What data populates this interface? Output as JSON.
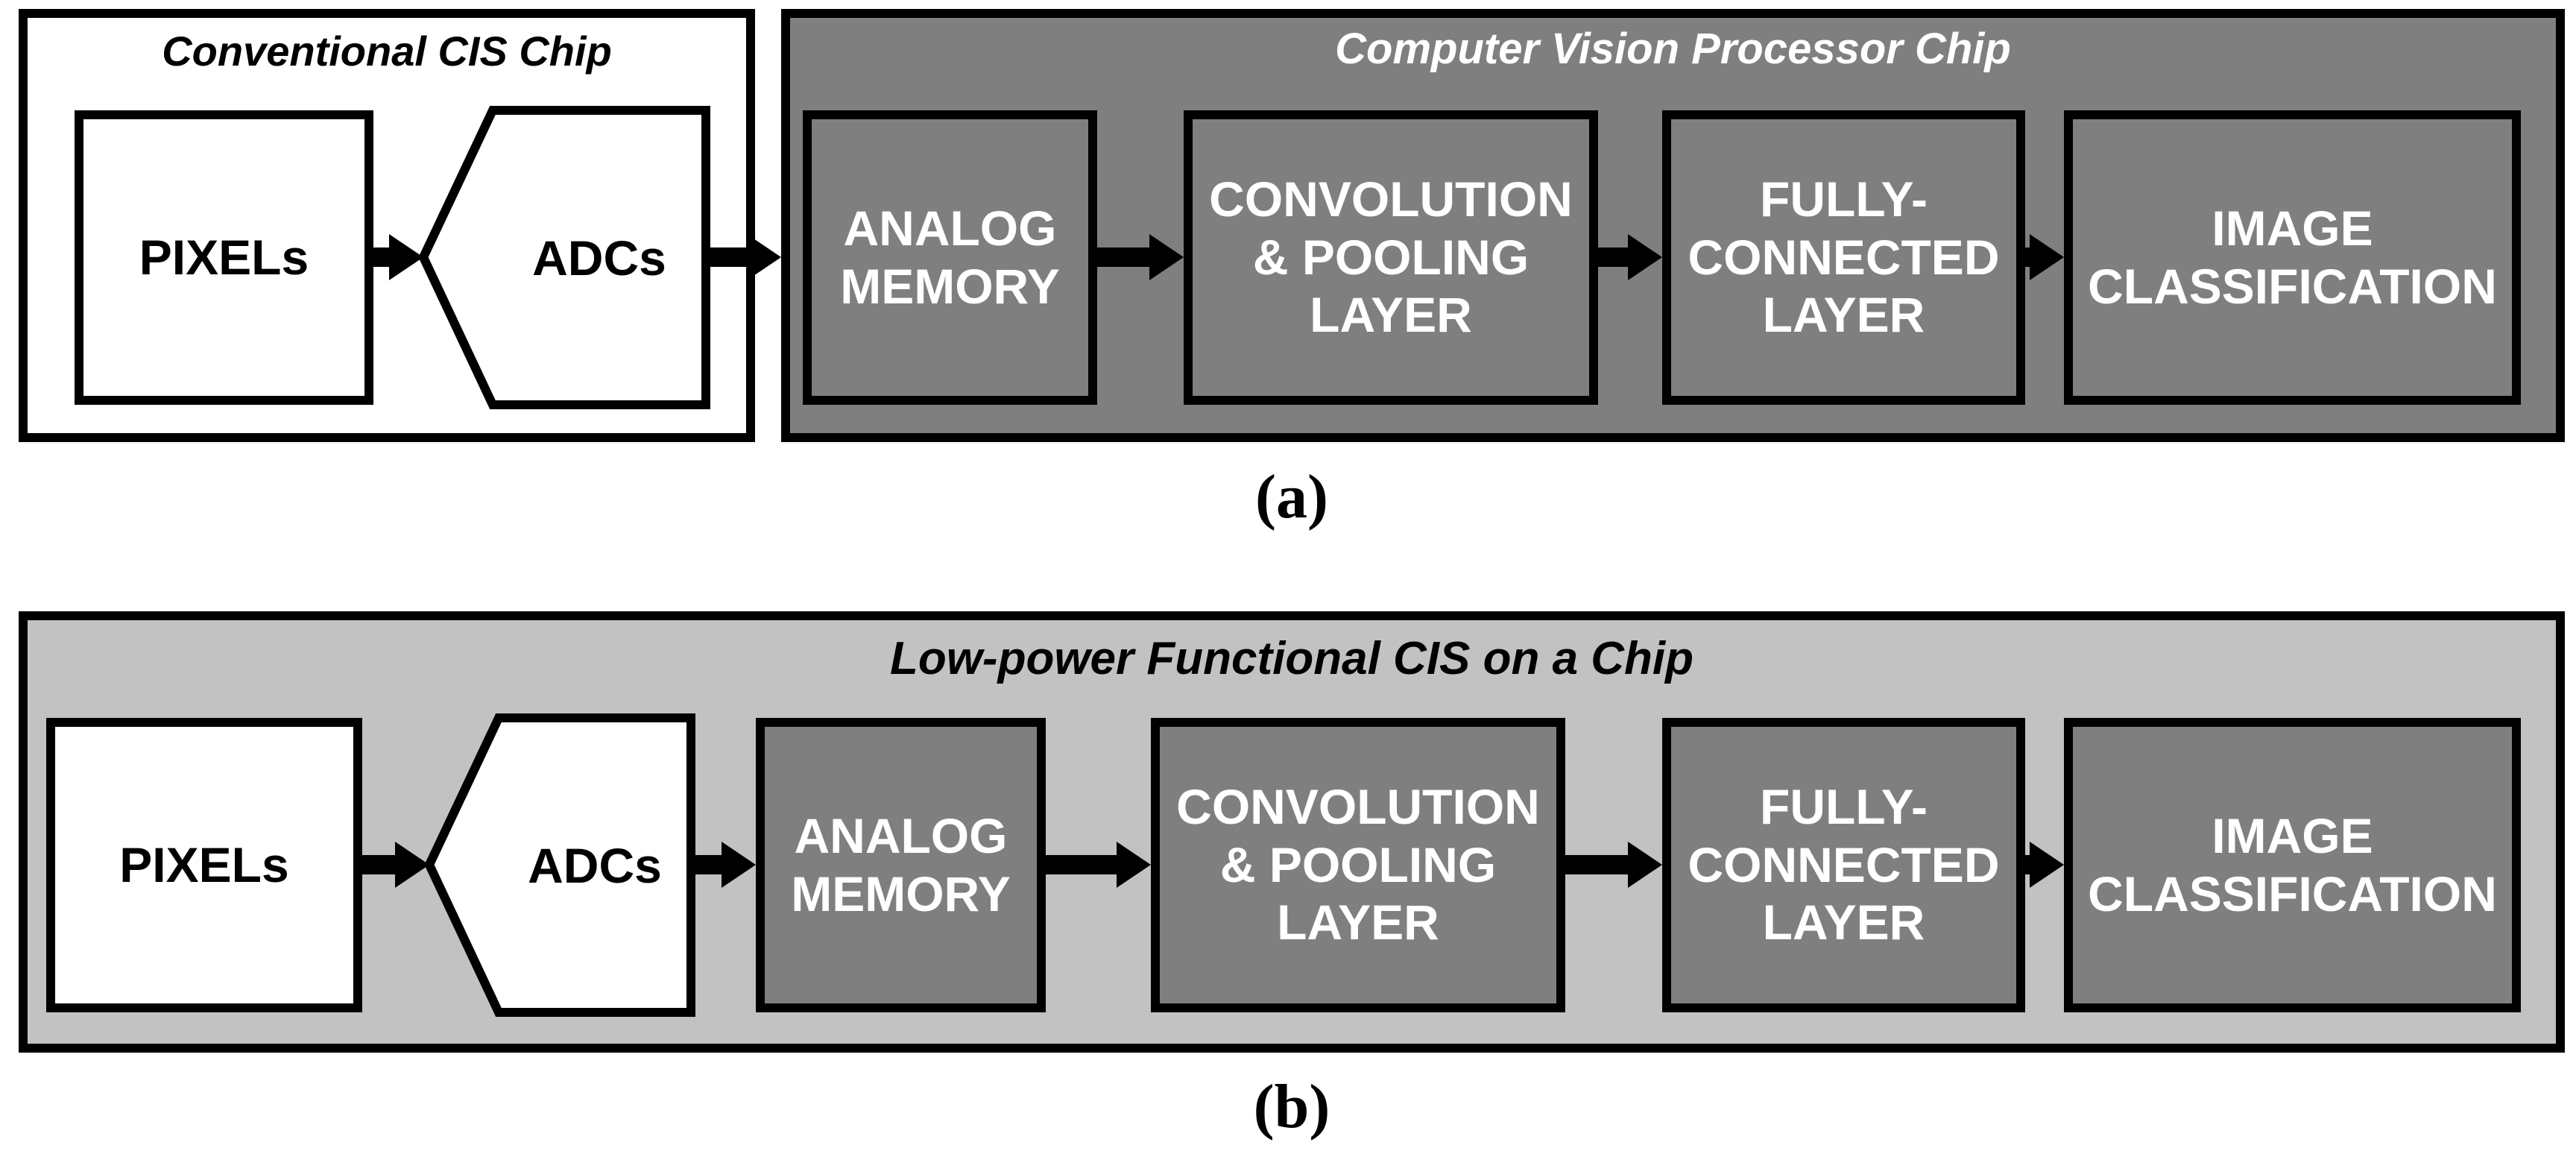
{
  "figure": {
    "panel_a": {
      "label": "(a)",
      "cis_chip_title": "Conventional CIS Chip",
      "processor_chip_title": "Computer Vision Processor Chip",
      "pixels": "PIXELs",
      "adcs": "ADCs",
      "analog_memory": "ANALOG\nMEMORY",
      "convolution": "CONVOLUTION\n& POOLING\nLAYER",
      "fully_connected": "FULLY-\nCONNECTED\nLAYER",
      "image_classification": "IMAGE\nCLASSIFICATION"
    },
    "panel_b": {
      "label": "(b)",
      "chip_title": "Low-power Functional CIS on a Chip",
      "pixels": "PIXELs",
      "adcs": "ADCs",
      "analog_memory": "ANALOG\nMEMORY",
      "convolution": "CONVOLUTION\n& POOLING\nLAYER",
      "fully_connected": "FULLY-\nCONNECTED\nLAYER",
      "image_classification": "IMAGE\nCLASSIFICATION"
    },
    "colors": {
      "dark_gray": "#7F7F7F",
      "light_gray": "#C2C2C2",
      "white": "#FFFFFF",
      "black": "#000000"
    }
  }
}
